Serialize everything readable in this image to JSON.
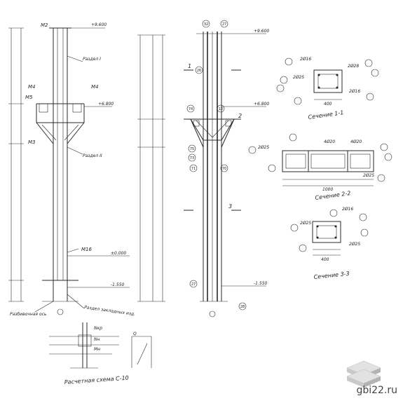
{
  "drawing": {
    "left_column": {
      "mark_top": "M2",
      "level_top": "+9.600",
      "mark_m4_left": "M4",
      "mark_m4_right": "M4",
      "mark_m5": "M5",
      "mark_m3": "M3",
      "level_consol": "+6.800",
      "level_zero": "±0.000",
      "level_bottom": "-1.550",
      "mark_m16": "M16",
      "note_anchor": "Раздел I",
      "note_anchor_2": "Раздел II",
      "note_bolts": "Раздел закладных изд.",
      "note_bottom": "Разбивочная ось"
    },
    "right_column": {
      "level_top": "+9.600",
      "level_consol": "+6.800",
      "level_bottom": "-1.550",
      "section_1": "1",
      "section_2": "2",
      "section_3": "3",
      "callouts": [
        "32",
        "27",
        "26",
        "74",
        "12",
        "75",
        "73",
        "71",
        "70",
        "27",
        "28"
      ]
    },
    "sections": {
      "title_1": "Сечение 1-1",
      "title_2": "Сечение 2-2",
      "title_3": "Сечение 3-3",
      "rebar_1": [
        "2Ø16",
        "2Ø25",
        "2Ø28",
        "2Ø16"
      ],
      "rebar_2": [
        "2Ø25",
        "4Ø20",
        "4Ø20",
        "2Ø25"
      ],
      "rebar_3": [
        "2Ø16",
        "2Ø25",
        "2Ø25"
      ],
      "dim_1": "400",
      "dim_2": "1000",
      "dim_3": "400"
    },
    "detail": {
      "title": "Расчетная схема С-10",
      "labels": [
        "Nкр",
        "Nн",
        "Mн",
        "Q"
      ]
    }
  },
  "brand": {
    "site": "gbi22.ru"
  }
}
